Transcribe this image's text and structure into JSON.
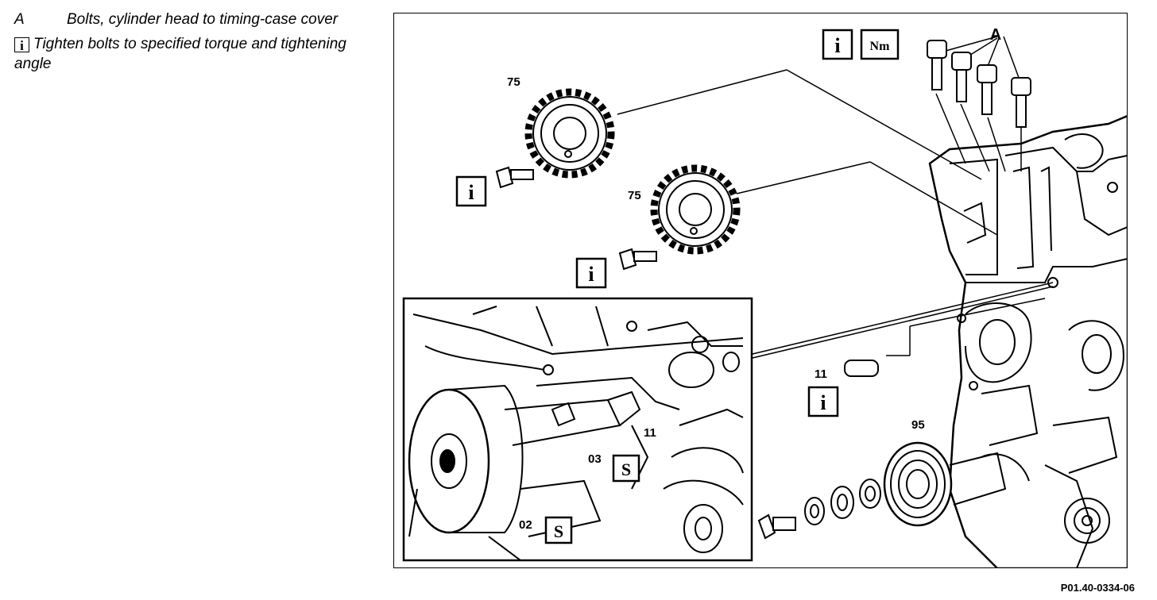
{
  "legend": {
    "item_letter": "A",
    "item_text": "Bolts, cylinder head to timing-case cover",
    "info_symbol": "i",
    "info_text": "Tighten bolts to specified torque and tightening angle"
  },
  "figure": {
    "callouts": {
      "bolts": "A",
      "sprocket_upper": "75",
      "sprocket_lower": "75",
      "pin": "11",
      "inset_pin": "11",
      "pulley": "95",
      "tool_upper": "03",
      "tool_lower": "02"
    },
    "symbols": {
      "info": "i",
      "torque": "Nm",
      "tool": "S"
    }
  },
  "reference_code": "P01.40-0334-06"
}
